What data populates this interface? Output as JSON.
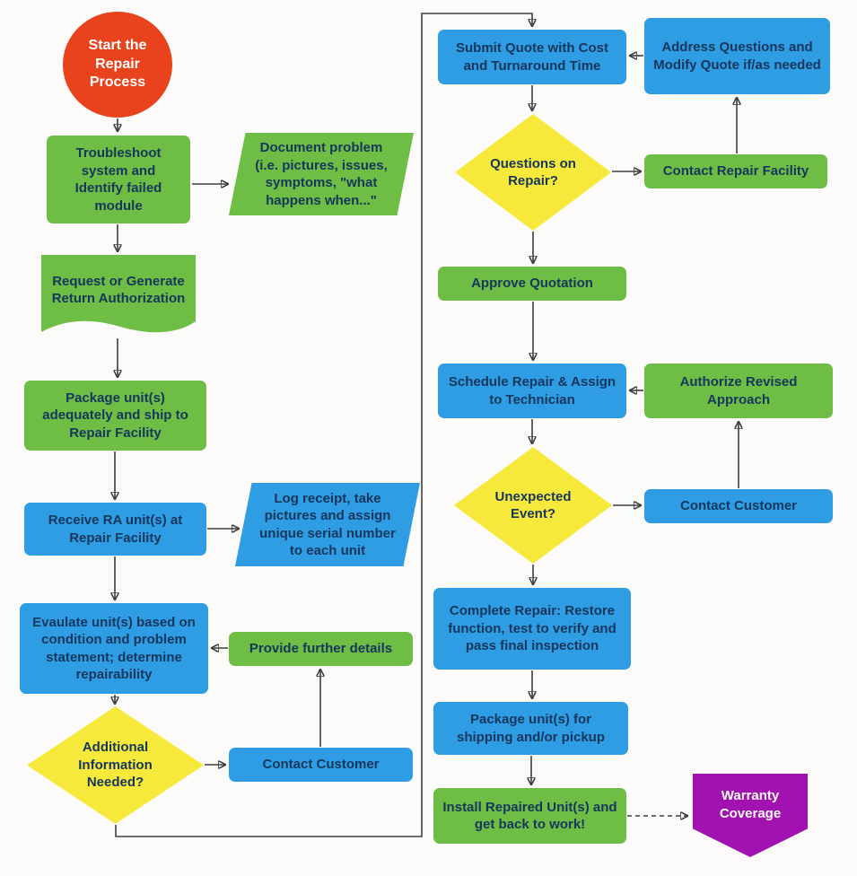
{
  "diagram": {
    "background": "#fcfbf9",
    "colors": {
      "start_red": "#e8431c",
      "process_green": "#6ebe45",
      "process_blue": "#2e9de4",
      "decision_yellow": "#f6e93c",
      "terminal_purple": "#a112b0",
      "text_dark": "#17365c",
      "text_light": "#ffffff",
      "connector": "#3f3f3f"
    },
    "nodes": {
      "start": {
        "label": "Start the Repair Process",
        "shape": "circle"
      },
      "troubleshoot": {
        "label": "Troubleshoot system and Identify failed module",
        "shape": "rect"
      },
      "document_problem": {
        "label": "Document problem (i.e. pictures, issues, symptoms, \"what happens when...\"",
        "shape": "parallelogram"
      },
      "request_ra": {
        "label": "Request or Generate Return Authorization",
        "shape": "document"
      },
      "package_ship": {
        "label": "Package unit(s) adequately and ship to Repair Facility",
        "shape": "rect"
      },
      "receive_ra": {
        "label": "Receive RA unit(s) at Repair Facility",
        "shape": "rect"
      },
      "log_receipt": {
        "label": "Log receipt, take pictures and assign unique serial number to each unit",
        "shape": "parallelogram"
      },
      "evaluate": {
        "label": "Evaulate unit(s) based on condition and problem statement; determine repairability",
        "shape": "rect"
      },
      "additional_info": {
        "label": "Additional Information Needed?",
        "shape": "diamond"
      },
      "contact_customer_left": {
        "label": "Contact Customer",
        "shape": "rect"
      },
      "provide_details": {
        "label": "Provide further details",
        "shape": "rect"
      },
      "submit_quote": {
        "label": "Submit Quote with Cost and Turnaround Time",
        "shape": "rect"
      },
      "address_questions": {
        "label": "Address Questions and Modify Quote if/as needed",
        "shape": "rect"
      },
      "questions_repair": {
        "label": "Questions on Repair?",
        "shape": "diamond"
      },
      "contact_repair_facility": {
        "label": "Contact Repair Facility",
        "shape": "rect"
      },
      "approve_quotation": {
        "label": "Approve Quotation",
        "shape": "rect"
      },
      "schedule_repair": {
        "label": "Schedule Repair & Assign to Technician",
        "shape": "rect"
      },
      "authorize_revised": {
        "label": "Authorize Revised Approach",
        "shape": "rect"
      },
      "unexpected_event": {
        "label": "Unexpected Event?",
        "shape": "diamond"
      },
      "contact_customer_right": {
        "label": "Contact Customer",
        "shape": "rect"
      },
      "complete_repair": {
        "label": "Complete Repair:  Restore function, test to verify and pass final inspection",
        "shape": "rect"
      },
      "package_pickup": {
        "label": "Package unit(s) for shipping and/or pickup",
        "shape": "rect"
      },
      "install_repaired": {
        "label": "Install Repaired Unit(s) and get back to work!",
        "shape": "rect"
      },
      "warranty": {
        "label": "Warranty Coverage",
        "shape": "pentagon"
      }
    },
    "edges": [
      {
        "from": "start",
        "to": "troubleshoot"
      },
      {
        "from": "troubleshoot",
        "to": "document_problem"
      },
      {
        "from": "troubleshoot",
        "to": "request_ra"
      },
      {
        "from": "request_ra",
        "to": "package_ship"
      },
      {
        "from": "package_ship",
        "to": "receive_ra"
      },
      {
        "from": "receive_ra",
        "to": "log_receipt"
      },
      {
        "from": "receive_ra",
        "to": "evaluate"
      },
      {
        "from": "evaluate",
        "to": "additional_info"
      },
      {
        "from": "additional_info",
        "to": "contact_customer_left"
      },
      {
        "from": "contact_customer_left",
        "to": "provide_details"
      },
      {
        "from": "provide_details",
        "to": "evaluate"
      },
      {
        "from": "additional_info",
        "to": "submit_quote"
      },
      {
        "from": "submit_quote",
        "to": "questions_repair"
      },
      {
        "from": "questions_repair",
        "to": "contact_repair_facility"
      },
      {
        "from": "contact_repair_facility",
        "to": "address_questions"
      },
      {
        "from": "address_questions",
        "to": "submit_quote"
      },
      {
        "from": "questions_repair",
        "to": "approve_quotation"
      },
      {
        "from": "approve_quotation",
        "to": "schedule_repair"
      },
      {
        "from": "schedule_repair",
        "to": "unexpected_event"
      },
      {
        "from": "unexpected_event",
        "to": "contact_customer_right"
      },
      {
        "from": "contact_customer_right",
        "to": "authorize_revised"
      },
      {
        "from": "authorize_revised",
        "to": "schedule_repair"
      },
      {
        "from": "unexpected_event",
        "to": "complete_repair"
      },
      {
        "from": "complete_repair",
        "to": "package_pickup"
      },
      {
        "from": "package_pickup",
        "to": "install_repaired"
      },
      {
        "from": "install_repaired",
        "to": "warranty",
        "style": "dashed"
      }
    ]
  }
}
